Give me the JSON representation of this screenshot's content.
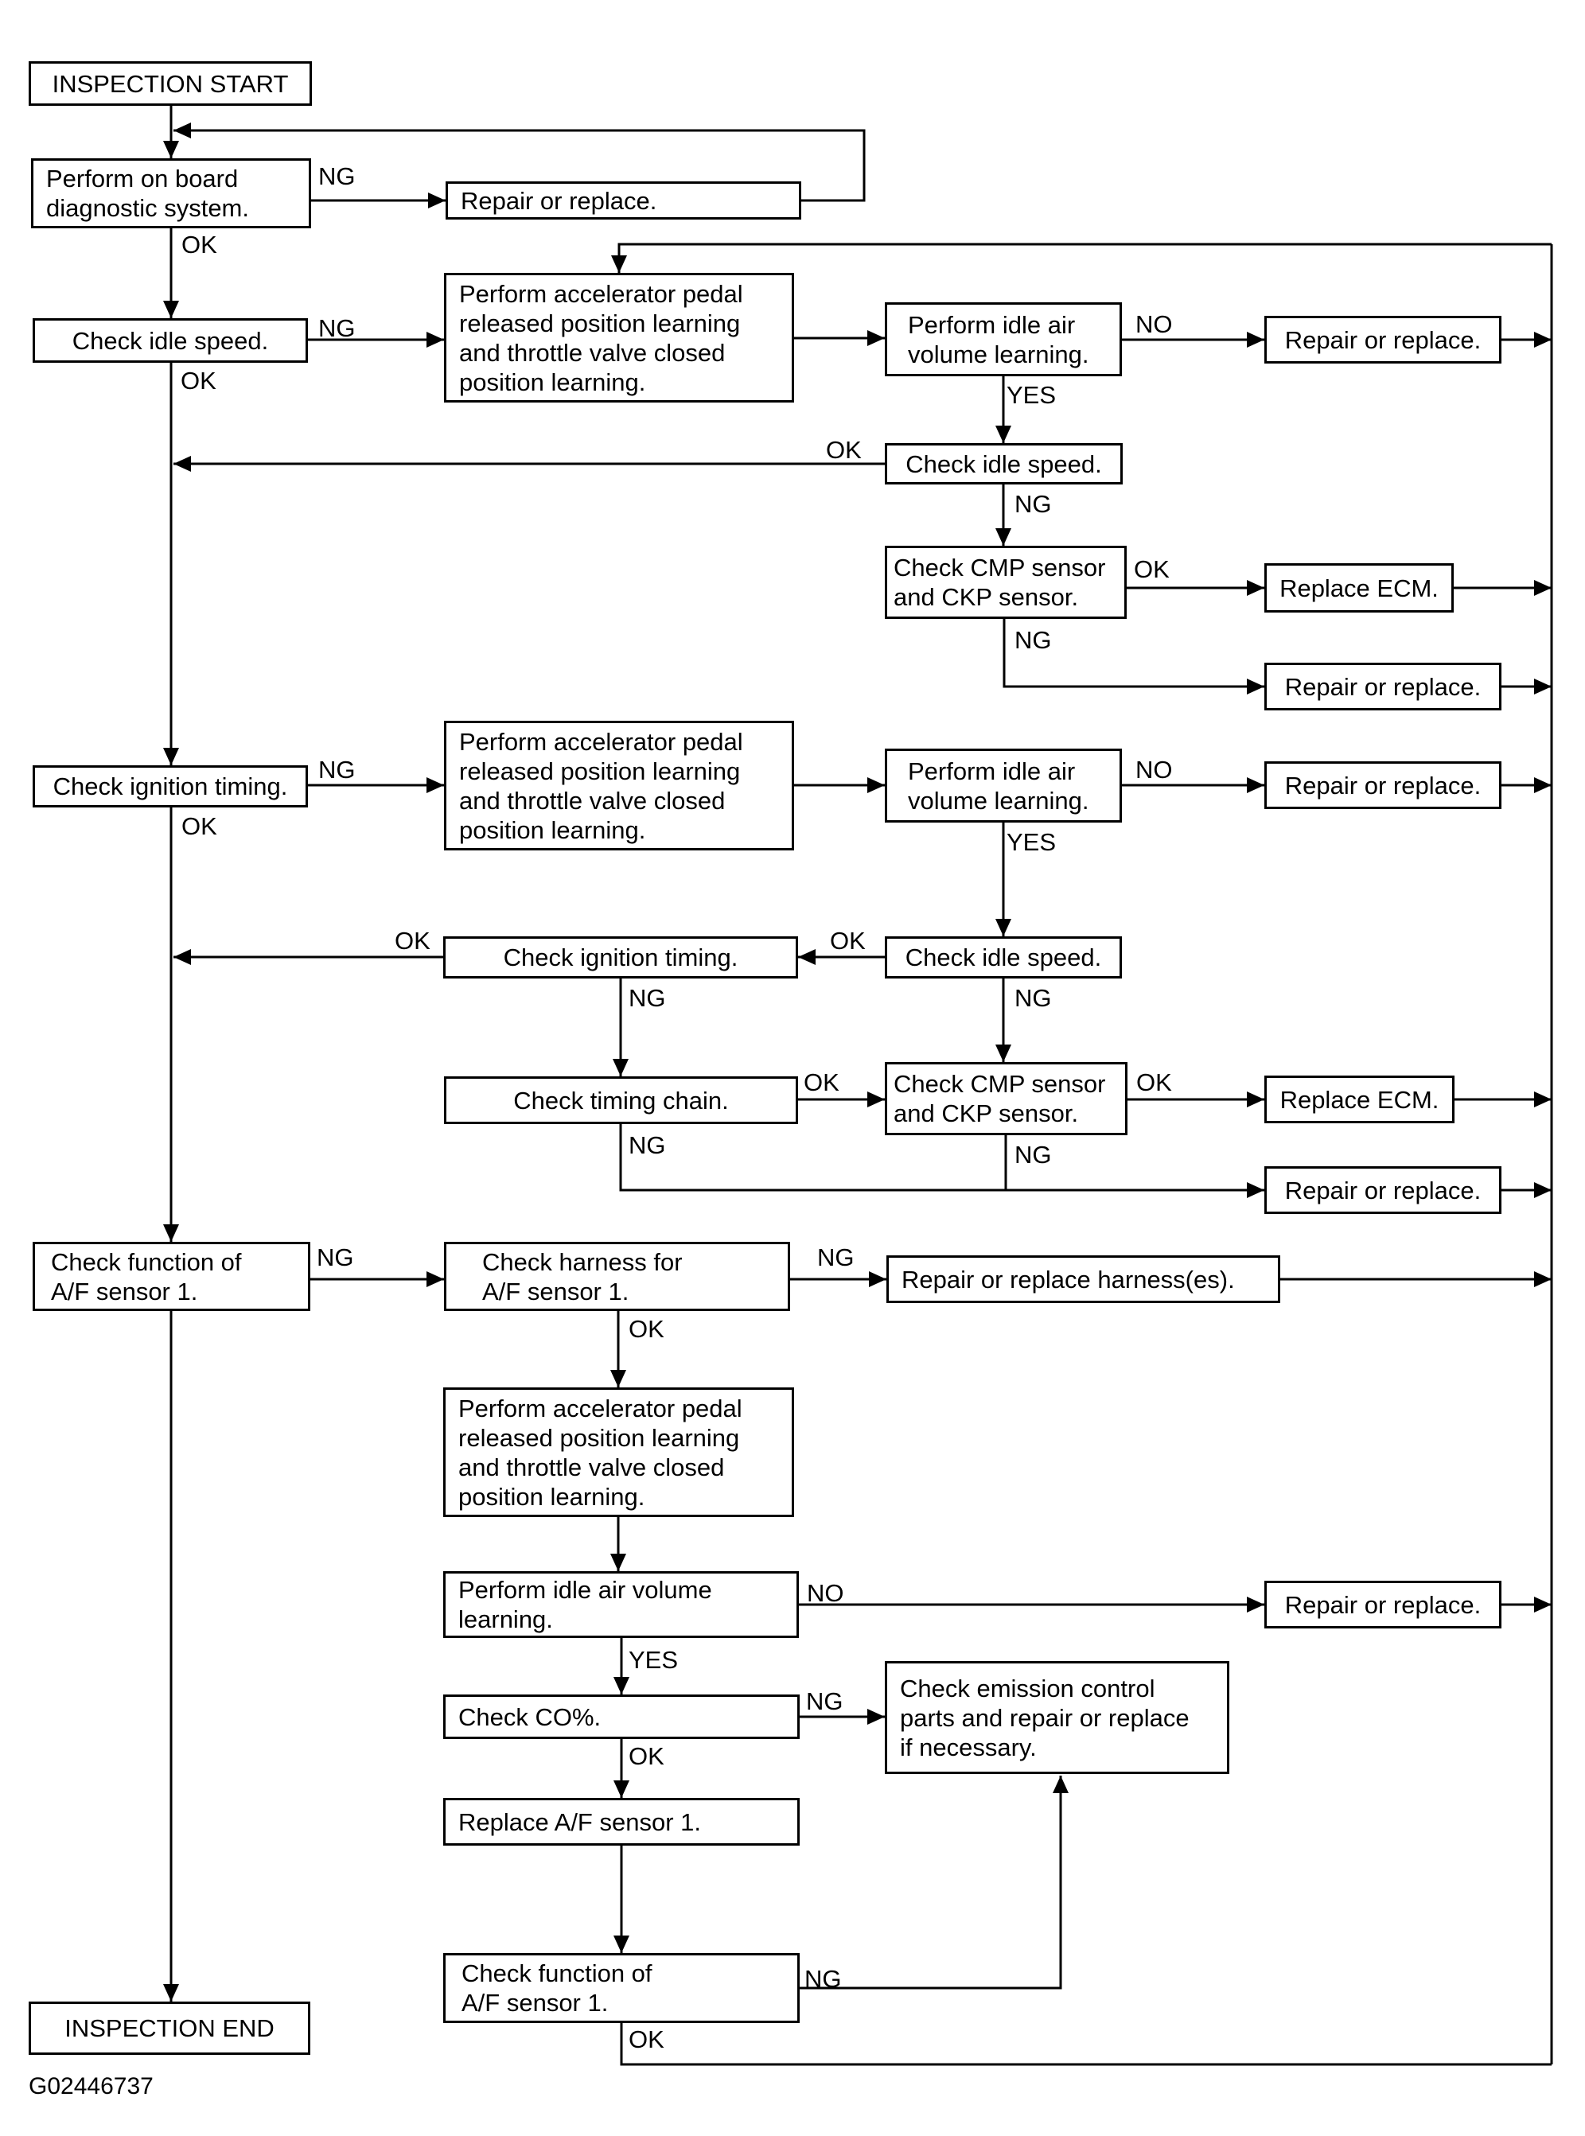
{
  "labels": {
    "ok": "OK",
    "ng": "NG",
    "yes": "YES",
    "no": "NO"
  },
  "texts": {
    "inspection_start": "INSPECTION START",
    "perform_obd": "Perform on board\ndiagnostic system.",
    "repair_or_replace": "Repair or replace.",
    "check_idle_speed": "Check idle speed.",
    "accel_learning": "Perform accelerator pedal\nreleased position learning\nand throttle valve closed\nposition learning.",
    "idle_air_volume": "Perform idle air\nvolume learning.",
    "check_cmp_ckp": "Check CMP sensor\nand CKP sensor.",
    "replace_ecm": "Replace ECM.",
    "check_ignition": "Check ignition timing.",
    "check_timing_chain": "Check timing chain.",
    "check_af_function": "Check function of\nA/F sensor 1.",
    "check_af_harness": "Check harness for\nA/F sensor 1.",
    "repair_harness": "Repair or replace harness(es).",
    "idle_air_volume_wide": "Perform idle air volume\nlearning.",
    "check_co": "Check CO%.",
    "emission_parts": "Check emission control\nparts and repair or replace\nif necessary.",
    "replace_af": "Replace A/F sensor 1.",
    "inspection_end": "INSPECTION END",
    "figure_id": "G02446737"
  }
}
